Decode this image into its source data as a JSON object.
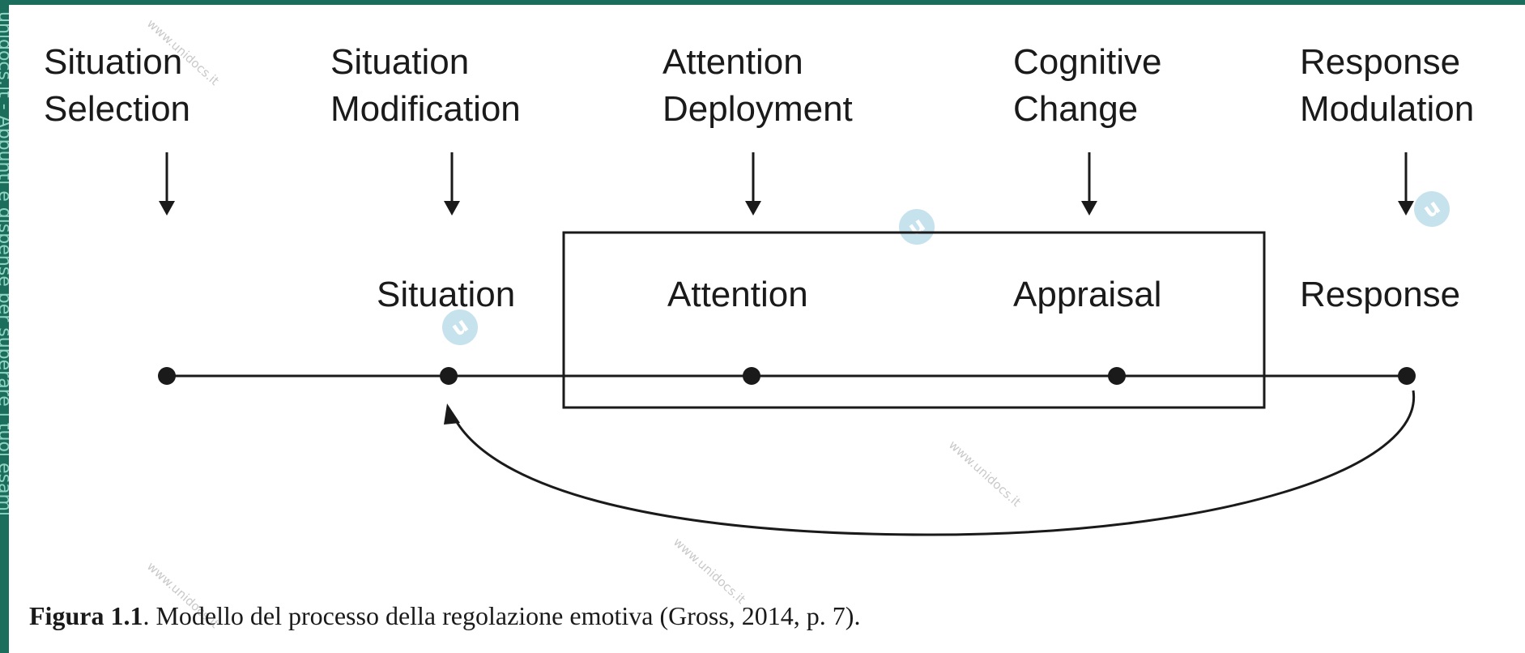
{
  "stages": [
    {
      "label": "Situation\nSelection"
    },
    {
      "label": "Situation\nModification"
    },
    {
      "label": "Attention\nDeployment"
    },
    {
      "label": "Cognitive\nChange"
    },
    {
      "label": "Response\nModulation"
    }
  ],
  "nodes": [
    {
      "label": "Situation"
    },
    {
      "label": "Attention"
    },
    {
      "label": "Appraisal"
    },
    {
      "label": "Response"
    }
  ],
  "caption": {
    "figure_label": "Figura 1.1",
    "text": ". Modello del processo della regolazione emotiva (Gross, 2014, p. 7)."
  },
  "sidebar_text": "unidocs.it  - Appunti e dispense per superare i tuoi esami",
  "watermark_text": "www.unidocs.it",
  "colors": {
    "brand_bar": "#1b6e5c",
    "ink": "#1a1a1a",
    "watermark": "#c9c9c9"
  }
}
